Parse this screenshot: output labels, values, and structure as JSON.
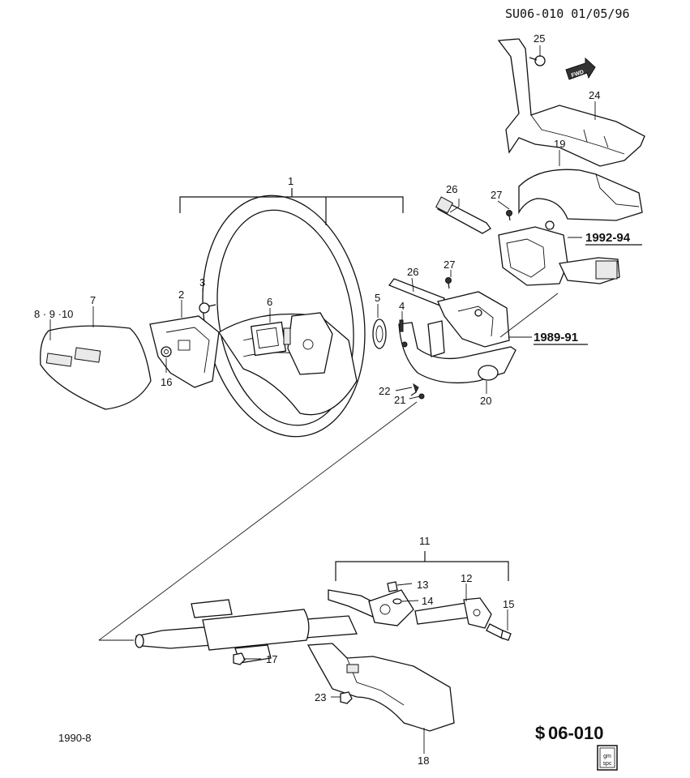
{
  "header": {
    "code": "SU06-010 01/05/96"
  },
  "footer": {
    "year_code": "1990-8",
    "page_ref": "06-010",
    "page_symbol": "$",
    "logo_text": "gm spc"
  },
  "callouts": {
    "c1": "1",
    "c2": "2",
    "c3": "3",
    "c4": "4",
    "c5": "5",
    "c6": "6",
    "c7": "7",
    "c8910": "8 · 9 ·10",
    "c11": "11",
    "c12": "12",
    "c13": "13",
    "c14": "14",
    "c15": "15",
    "c16": "16",
    "c17": "17",
    "c18": "18",
    "c19": "19",
    "c20": "20",
    "c21": "21",
    "c22": "22",
    "c23": "23",
    "c24": "24",
    "c25": "25",
    "c26a": "26",
    "c26b": "26",
    "c27a": "27",
    "c27b": "27"
  },
  "year_labels": {
    "y9294": "1992-94",
    "y8991": "1989-91"
  },
  "fwd_label": "FWD"
}
